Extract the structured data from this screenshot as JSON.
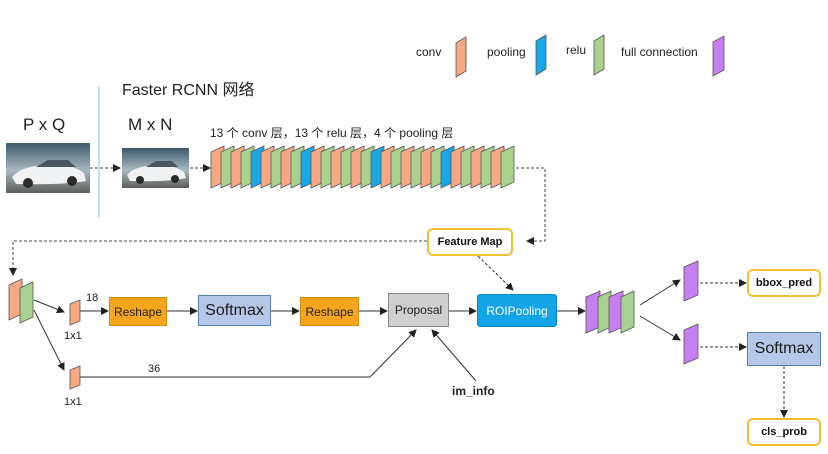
{
  "legend": {
    "conv": "conv",
    "pooling": "pooling",
    "relu": "relu",
    "full_connection": "full connection"
  },
  "title": "Faster RCNN 网络",
  "input_size": "P x Q",
  "resized_size": "M x N",
  "backbone_desc": "13 个 conv 层，13 个 relu 层，4 个 pooling 层",
  "nodes": {
    "feature_map": "Feature Map",
    "reshape1": "Reshape",
    "softmax1": "Softmax",
    "reshape2": "Reshape",
    "proposal": "Proposal",
    "roipooling": "ROIPooling",
    "bbox_pred": "bbox_pred",
    "softmax2": "Softmax",
    "cls_prob": "cls_prob",
    "im_info": "im_info"
  },
  "labels": {
    "cls_channels": "18",
    "reg_channels": "36",
    "kernel_top": "1x1",
    "kernel_bottom": "1x1"
  },
  "colors": {
    "conv": "#f6a882",
    "pooling": "#1aa7e8",
    "relu": "#a9d18e",
    "full_connection": "#c77ef0",
    "reshape": "#f5a61d",
    "softmax": "#b4c7e7",
    "roipooling": "#12a4e6",
    "title": "#3f7fbf"
  }
}
